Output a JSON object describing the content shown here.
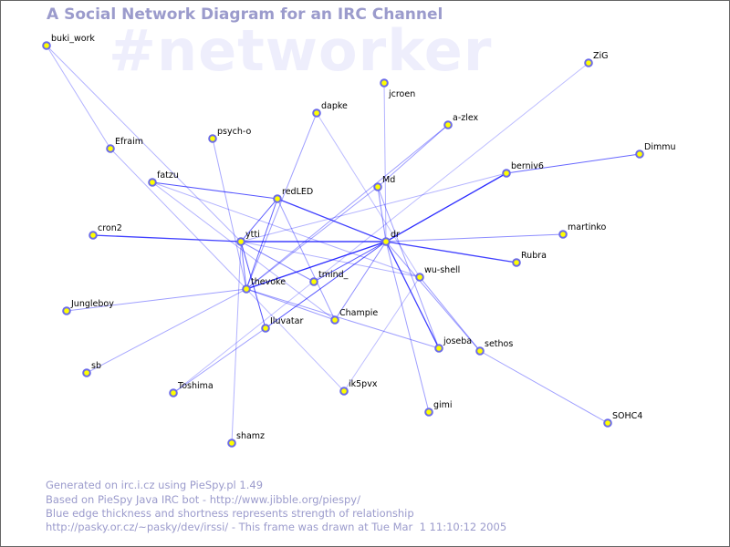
{
  "title": "A Social Network Diagram for an IRC Channel",
  "channel": "#networker",
  "colors": {
    "edge": "#0000ff",
    "node_fill": "#ffff00",
    "node_stroke": "#6a6ae8",
    "text": "#9b9bcc"
  },
  "nodes": [
    "buki_work",
    "Efraim",
    "fatzu",
    "psych-o",
    "dapke",
    "jcroen",
    "a-zlex",
    "ZiG",
    "Dimmu",
    "berniv6",
    "Md",
    "redLED",
    "cron2",
    "ytti",
    "dr",
    "martinko",
    "Rubra",
    "wu-shell",
    "thevoke",
    "tmind_",
    "Champie",
    "Jungleboy",
    "Iluvatar",
    "joseba",
    "sethos",
    "sb",
    "Toshima",
    "ik5pvx",
    "gimi",
    "SOHC4",
    "shamz"
  ],
  "edges": [
    [
      "buki_work",
      "ytti",
      0.2
    ],
    [
      "Efraim",
      "thevoke",
      0.2
    ],
    [
      "fatzu",
      "redLED",
      0.7
    ],
    [
      "fatzu",
      "wu-shell",
      0.2
    ],
    [
      "fatzu",
      "Champie",
      0.2
    ],
    [
      "psych-o",
      "thevoke",
      0.25
    ],
    [
      "dapke",
      "thevoke",
      0.3
    ],
    [
      "dapke",
      "wu-shell",
      0.15
    ],
    [
      "jcroen",
      "dr",
      0.2
    ],
    [
      "a-zlex",
      "Md",
      0.3
    ],
    [
      "a-zlex",
      "thevoke",
      0.3
    ],
    [
      "ZiG",
      "Toshima",
      0.15
    ],
    [
      "Dimmu",
      "berniv6",
      0.6
    ],
    [
      "berniv6",
      "dr",
      0.9
    ],
    [
      "berniv6",
      "ytti",
      0.2
    ],
    [
      "Md",
      "dr",
      0.4
    ],
    [
      "Md",
      "thevoke",
      0.3
    ],
    [
      "Md",
      "joseba",
      0.3
    ],
    [
      "redLED",
      "dr",
      0.8
    ],
    [
      "redLED",
      "ytti",
      0.6
    ],
    [
      "redLED",
      "thevoke",
      0.6
    ],
    [
      "redLED",
      "Champie",
      0.3
    ],
    [
      "cron2",
      "ytti",
      0.8
    ],
    [
      "ytti",
      "dr",
      1.0
    ],
    [
      "ytti",
      "thevoke",
      0.5
    ],
    [
      "ytti",
      "Iluvatar",
      0.7
    ],
    [
      "ytti",
      "tmind_",
      0.4
    ],
    [
      "ytti",
      "wu-shell",
      0.2
    ],
    [
      "ytti",
      "shamz",
      0.2
    ],
    [
      "dr",
      "martinko",
      0.4
    ],
    [
      "dr",
      "Rubra",
      0.8
    ],
    [
      "dr",
      "thevoke",
      0.9
    ],
    [
      "dr",
      "tmind_",
      0.7
    ],
    [
      "dr",
      "Iluvatar",
      0.7
    ],
    [
      "dr",
      "Champie",
      0.4
    ],
    [
      "dr",
      "joseba",
      0.8
    ],
    [
      "dr",
      "gimi",
      0.3
    ],
    [
      "dr",
      "sethos",
      0.3
    ],
    [
      "thevoke",
      "Jungleboy",
      0.3
    ],
    [
      "thevoke",
      "sb",
      0.25
    ],
    [
      "thevoke",
      "Champie",
      0.3
    ],
    [
      "thevoke",
      "joseba",
      0.3
    ],
    [
      "thevoke",
      "ik5pvx",
      0.15
    ],
    [
      "Iluvatar",
      "Toshima",
      0.3
    ],
    [
      "wu-shell",
      "ik5pvx",
      0.15
    ],
    [
      "wu-shell",
      "sethos",
      0.3
    ],
    [
      "sethos",
      "SOHC4",
      0.3
    ],
    [
      "buki_work",
      "Efraim",
      0.2
    ]
  ],
  "footer": [
    "Generated on irc.i.cz using PieSpy.pl 1.49",
    "Based on PieSpy Java IRC bot - http://www.jibble.org/piespy/",
    "Blue edge thickness and shortness represents strength of relationship",
    "http://pasky.or.cz/~pasky/dev/irssi/ - This frame was drawn at Tue Mar  1 11:10:12 2005"
  ]
}
